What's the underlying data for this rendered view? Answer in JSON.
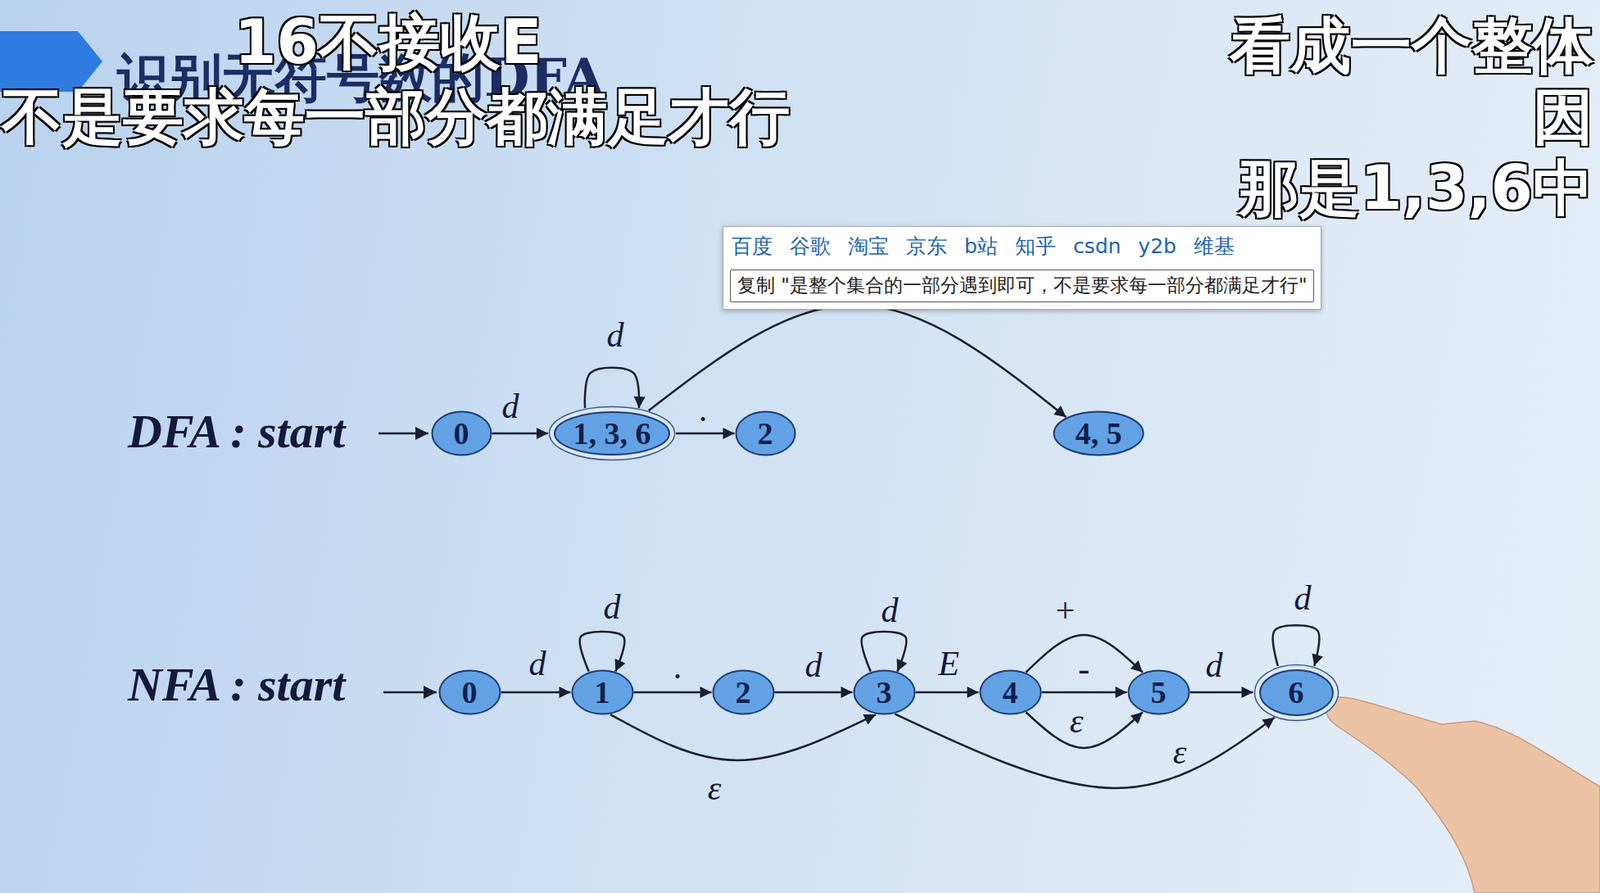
{
  "diagram": {
    "title": "识别无符号数的DFA",
    "nodes": [
      {
        "text": [
          "百度",
          "谷歌",
          "淘宝",
          "京东",
          "b站",
          "知乎",
          "csdn",
          "y2b",
          "维基"
        ]
      },
      {
        "text": [
          "复制 \"是整个集合的一部分遇到即可，不是要求每一部分都满足才行\""
        ],
        "in": 0
      },
      {
        "text": [
          "0"
        ]
      },
      {
        "text": [
          "1, 3, 6"
        ]
      },
      {
        "text": [
          "2"
        ]
      },
      {
        "text": [
          "4, 5"
        ]
      },
      {
        "text": [
          "0"
        ]
      },
      {
        "text": [
          "1"
        ]
      },
      {
        "text": [
          "2"
        ]
      },
      {
        "text": [
          "3"
        ]
      },
      {
        "text": [
          "4"
        ]
      },
      {
        "text": [
          "5"
        ]
      },
      {
        "text": [
          "6"
        ]
      }
    ],
    "edges": [
      {
        "from": 2,
        "to": 3,
        "arrow": "to",
        "label": "d"
      },
      {
        "from": 3,
        "to": 3,
        "arrow": "to",
        "label": "d"
      },
      {
        "from": 3,
        "to": 4,
        "arrow": "to",
        "label": "."
      },
      {
        "from": 3,
        "to": 5,
        "arrow": "to"
      },
      {
        "from": 6,
        "to": 7,
        "arrow": "to",
        "label": "d"
      },
      {
        "from": 7,
        "to": 7,
        "arrow": "to",
        "label": "d"
      },
      {
        "from": 7,
        "to": 8,
        "arrow": "to",
        "label": "."
      },
      {
        "from": 8,
        "to": 9,
        "arrow": "to",
        "label": "d"
      },
      {
        "from": 9,
        "to": 9,
        "arrow": "to",
        "label": "d"
      },
      {
        "from": 9,
        "to": 10,
        "arrow": "to",
        "label": "E"
      },
      {
        "from": 10,
        "to": 11,
        "arrow": "to",
        "label": "+"
      },
      {
        "from": 10,
        "to": 11,
        "arrow": "to",
        "label": "-"
      },
      {
        "from": 10,
        "to": 11,
        "arrow": "to",
        "label": "ε"
      },
      {
        "from": 11,
        "to": 12,
        "arrow": "to",
        "label": "d"
      },
      {
        "from": 12,
        "to": 12,
        "arrow": "to",
        "label": "d"
      },
      {
        "from": 7,
        "to": 9,
        "arrow": "to",
        "label": "ε"
      },
      {
        "from": 9,
        "to": 12,
        "arrow": "to",
        "label": "ε"
      }
    ],
    "labels": [
      "DFA : start",
      "NFA : start",
      "16不接收E",
      "不是要求每一部分都满足才行",
      "看成一个整体",
      "因",
      "那是1,3,6中"
    ]
  }
}
